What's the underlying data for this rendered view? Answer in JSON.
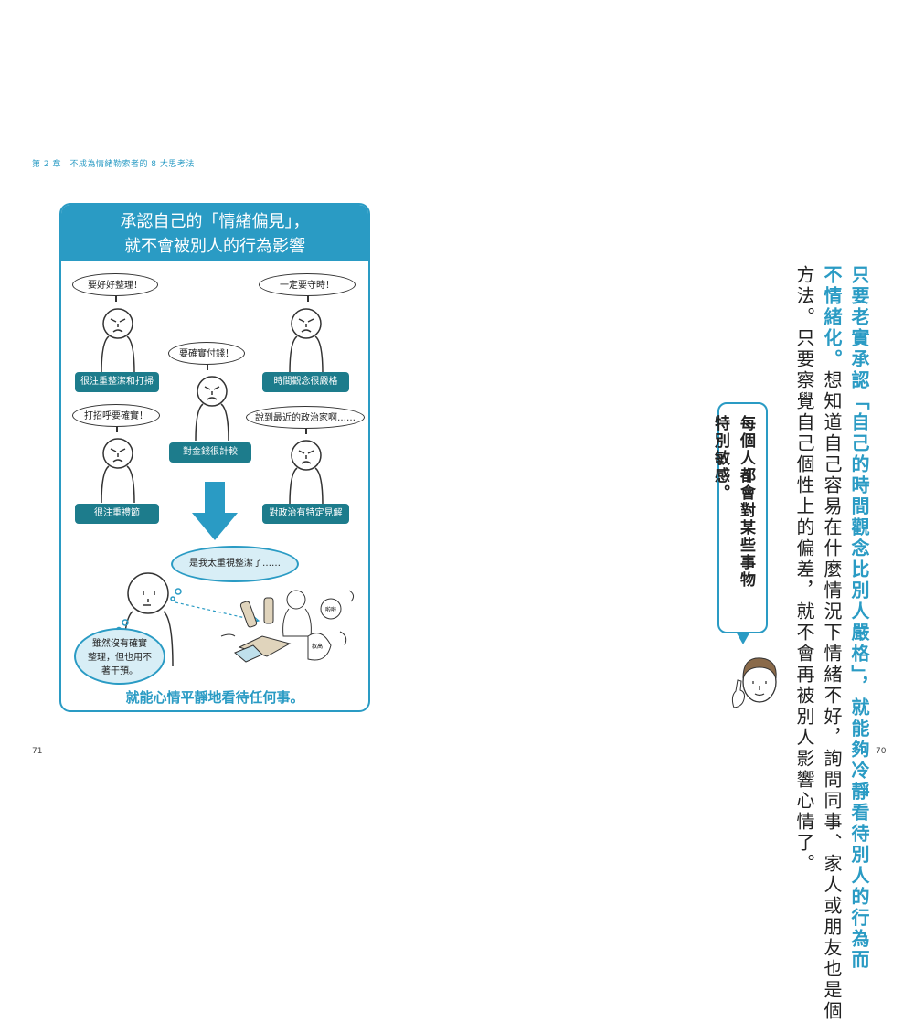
{
  "header": {
    "chapter": "第 2 章　不成為情緒勒索者的 8 大思考法"
  },
  "page_numbers": {
    "left": "71",
    "right": "70"
  },
  "panel": {
    "title_line1": "承認自己的「情緒偏見」，",
    "title_line2": "就不會被別人的行為影響",
    "people": [
      {
        "speech": "要好好整理！",
        "label": "很注重整潔和打掃"
      },
      {
        "speech": "一定要守時！",
        "label": "時間觀念很嚴格"
      },
      {
        "speech": "要確實付錢！",
        "label": "對金錢很計較"
      },
      {
        "speech": "打招呼要確實！",
        "label": "很注重禮節"
      },
      {
        "speech": "說到最近的政治家啊……",
        "label": "對政治有特定見解"
      }
    ],
    "thought_top": "是我太重視整潔了……",
    "thought_left": [
      "雖然沒有確實",
      "整理，但也用不",
      "著干預。"
    ],
    "item_labels": [
      "啦啦",
      "叔高"
    ],
    "conclusion": "就能心情平靜地看待任何事。"
  },
  "body": {
    "col1": "只要老實承認「自己的時間觀念比別人嚴格」，就能夠冷靜看待別人的行為而",
    "col2_emph": "不情緒化。",
    "col2_rest": "想知道自己容易在什麼情況下情緒不好，詢問同事、家人或朋友也是個",
    "col3": "方法。只要察覺自己個性上的偏差，就不會再被別人影響心情了。"
  },
  "tip": {
    "line1": "每個人都會對某些事物",
    "line2": "特別敏感。"
  },
  "colors": {
    "accent": "#2a9bc4",
    "label": "#1d7c8c"
  }
}
